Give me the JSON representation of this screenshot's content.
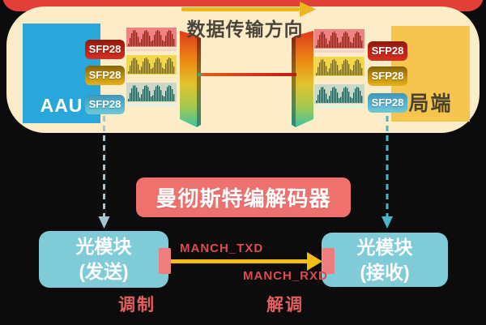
{
  "top_panel": {
    "direction_label": "数据传输方向",
    "aau_label": "AAU",
    "office_label": "局端",
    "left_sfp": [
      "SFP28",
      "SFP28",
      "SFP28"
    ],
    "right_sfp": [
      "SFP28",
      "SFP28",
      "SFP28"
    ]
  },
  "codec": {
    "label": "曼彻斯特编解码器"
  },
  "optical_modules": {
    "sender": {
      "title": "光模块",
      "subtitle": "(发送)"
    },
    "receiver": {
      "title": "光模块",
      "subtitle": "(接收)"
    }
  },
  "signals": {
    "tx_label": "MANCH_TXD",
    "rx_label": "MANCH_RXD"
  },
  "captions": {
    "modulation": "调制",
    "demodulation": "解调"
  },
  "colors": {
    "background": "#0c0c0c",
    "frame_red": "#e23f38",
    "panel_cream": "#fcedc8",
    "aau_blue": "#29a7db",
    "office_amber": "#f6c54e",
    "codec_coral": "#ef716e",
    "module_teal": "#7fcbd8",
    "port_salmon": "#ee7d7d",
    "arrow_yellow": "#f3bd13",
    "signal_label_red": "#dd4a50",
    "caption_red": "#e55f60",
    "dashed_left": "#a9c3cf",
    "dashed_right": "#49b5c5"
  }
}
